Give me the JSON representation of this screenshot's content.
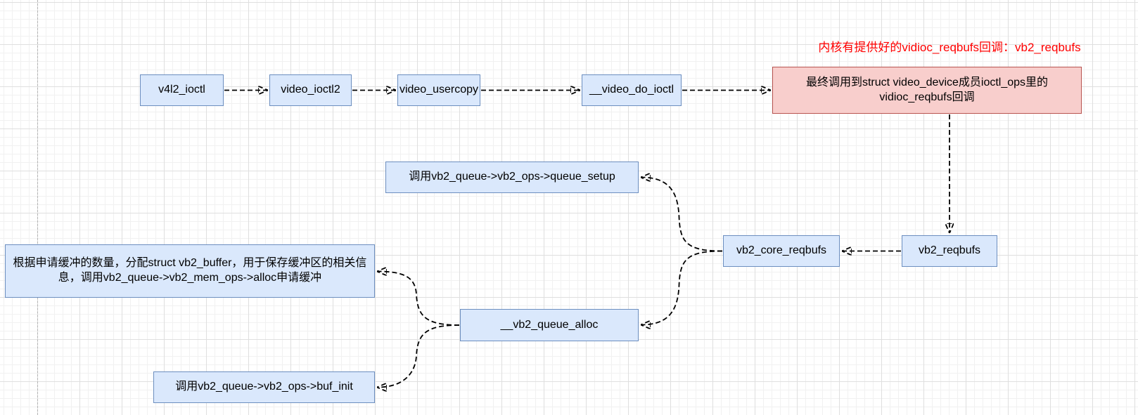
{
  "annotation": {
    "text": "内核有提供好的vidioc_reqbufs回调：vb2_reqbufs",
    "color": "#ff0000"
  },
  "nodes": {
    "v4l2_ioctl": {
      "label": "v4l2_ioctl"
    },
    "video_ioctl2": {
      "label": "video_ioctl2"
    },
    "video_usercopy": {
      "label": "video_usercopy"
    },
    "video_do_ioctl": {
      "label": "__video_do_ioctl"
    },
    "final_callback": {
      "label": "最终调用到struct video_device成员ioctl_ops里的vidioc_reqbufs回调"
    },
    "queue_setup": {
      "label": "调用vb2_queue->vb2_ops->queue_setup"
    },
    "vb2_core_reqbufs": {
      "label": "vb2_core_reqbufs"
    },
    "vb2_reqbufs": {
      "label": "vb2_reqbufs"
    },
    "alloc_note": {
      "label": "根据申请缓冲的数量，分配struct vb2_buffer，用于保存缓冲区的相关信息，调用vb2_queue->vb2_mem_ops->alloc申请缓冲"
    },
    "vb2_queue_alloc": {
      "label": "__vb2_queue_alloc"
    },
    "buf_init": {
      "label": "调用vb2_queue->vb2_ops->buf_init"
    }
  },
  "edges": [
    {
      "from": "v4l2_ioctl",
      "to": "video_ioctl2"
    },
    {
      "from": "video_ioctl2",
      "to": "video_usercopy"
    },
    {
      "from": "video_usercopy",
      "to": "__video_do_ioctl"
    },
    {
      "from": "__video_do_ioctl",
      "to": "final_callback"
    },
    {
      "from": "final_callback",
      "to": "vb2_reqbufs"
    },
    {
      "from": "vb2_reqbufs",
      "to": "vb2_core_reqbufs"
    },
    {
      "from": "vb2_core_reqbufs",
      "to": "queue_setup"
    },
    {
      "from": "vb2_core_reqbufs",
      "to": "__vb2_queue_alloc"
    },
    {
      "from": "__vb2_queue_alloc",
      "to": "alloc_note"
    },
    {
      "from": "__vb2_queue_alloc",
      "to": "buf_init"
    }
  ],
  "colors": {
    "node_fill": "#dae8fc",
    "node_border": "#6c8ebf",
    "highlight_fill": "#f8cecc",
    "highlight_border": "#b85450",
    "annotation_red": "#ff0000",
    "edge": "#000000",
    "grid_minor": "#f1f1f1",
    "grid_major": "#dfdfdf"
  }
}
